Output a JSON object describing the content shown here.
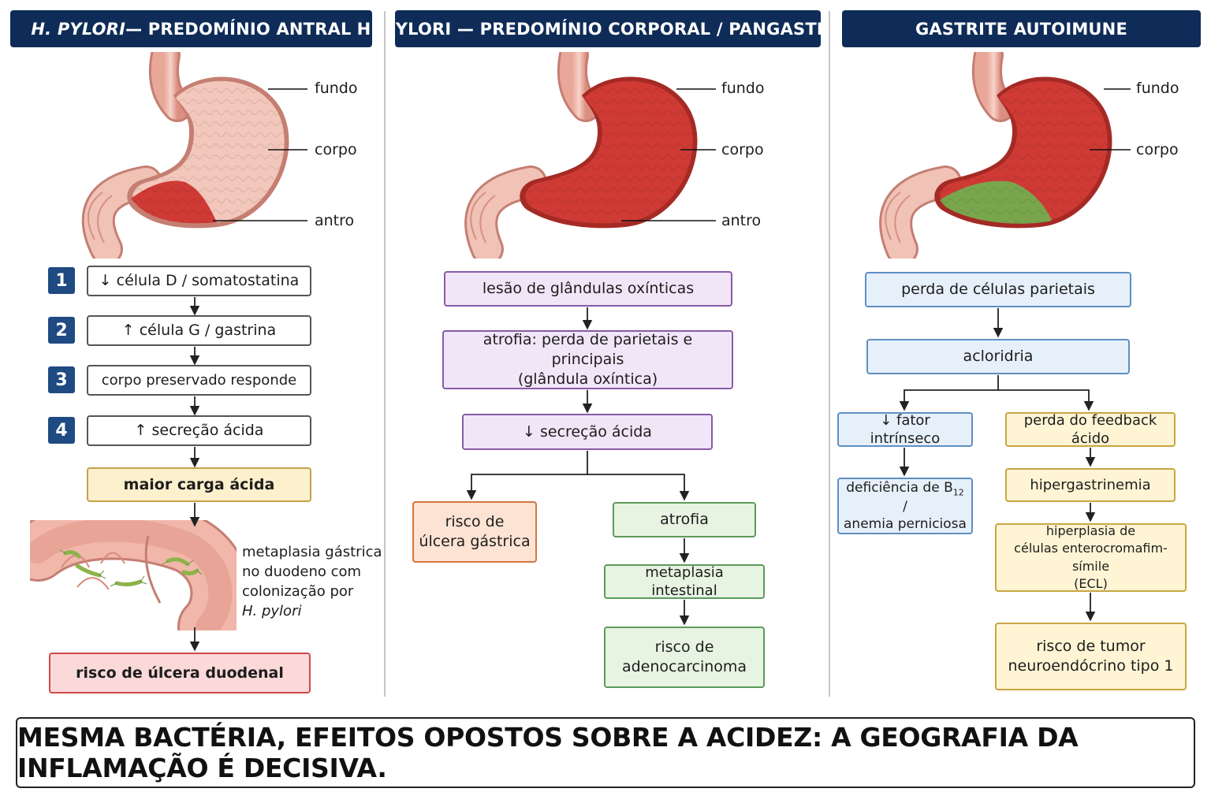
{
  "headers": {
    "col1_prefix": "H. PYLORI",
    "col1_rest": " — PREDOMÍNIO ANTRAL",
    "col2": "H. PYLORI — PREDOMÍNIO CORPORAL / PANGASTRITE",
    "col3": "GASTRITE AUTOIMUNE"
  },
  "labels": {
    "fundo": "fundo",
    "corpo": "corpo",
    "antro": "antro"
  },
  "col1": {
    "steps": [
      {
        "num": "1",
        "text": "↓ célula D / somatostatina"
      },
      {
        "num": "2",
        "text": "↑ célula G / gastrina"
      },
      {
        "num": "3",
        "text": "corpo preservado responde"
      },
      {
        "num": "4",
        "text": "↑ secreção ácida"
      }
    ],
    "acid_load": "maior carga ácida",
    "note_lines": [
      "metaplasia gástrica",
      "no duodeno com",
      "colonização por"
    ],
    "note_species": "H. pylori",
    "outcome": "risco de úlcera duodenal"
  },
  "col2": {
    "lesion": "lesão de glândulas oxínticas",
    "atrophy_line1": "atrofia: perda de parietais e principais",
    "atrophy_line2": "(glândula oxíntica)",
    "acid": "↓ secreção ácida",
    "ulcer_line1": "risco de",
    "ulcer_line2": "úlcera gástrica",
    "atrofia": "atrofia",
    "metaplasia": "metaplasia intestinal",
    "adeno_line1": "risco de",
    "adeno_line2": "adenocarcinoma"
  },
  "col3": {
    "loss": "perda de células parietais",
    "acloridria": "acloridria",
    "if": "↓ fator intrínseco",
    "b12_prefix": "deficiência de B",
    "b12_sub": "12",
    "b12_suffix": " /",
    "b12_line2": "anemia perniciosa",
    "feedback": "perda do feedback ácido",
    "hypergast": "hipergastrinemia",
    "ecl_line1": "hiperplasia de",
    "ecl_line2": "células enterocromafim-símile",
    "ecl_line3": "(ECL)",
    "net_line1": "risco de tumor",
    "net_line2": "neuroendócrino tipo 1"
  },
  "footer": "MESMA BACTÉRIA, EFEITOS OPOSTOS SOBRE A ACIDEZ: A GEOGRAFIA DA INFLAMAÇÃO É DECISIVA.",
  "colors": {
    "header_bg": "#0e2c57",
    "healthy": "#f3c7bb",
    "inflamed": "#cf3a35",
    "atrophic": "#79a64d"
  }
}
